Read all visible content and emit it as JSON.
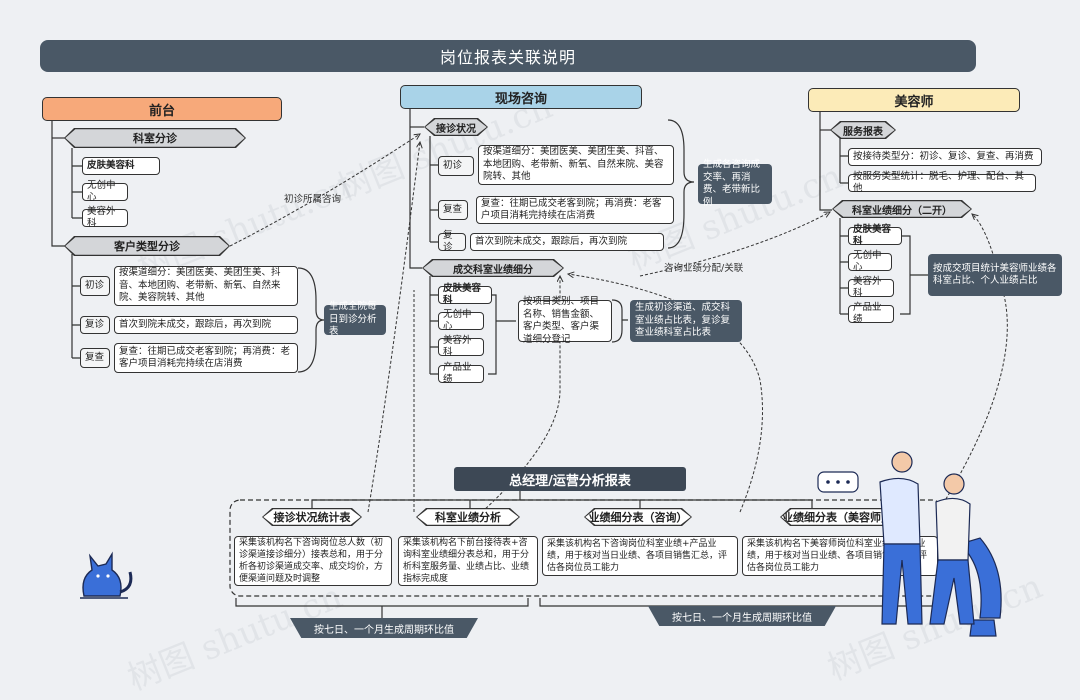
{
  "title": "岗位报表关联说明",
  "front": {
    "header": "前台",
    "dept": {
      "label": "科室分诊",
      "items": [
        "皮肤美容科",
        "无创中心",
        "美容外科"
      ]
    },
    "customer": {
      "label": "客户类型分诊",
      "rows": [
        {
          "tag": "初诊",
          "text": "按渠道细分：美团医美、美团生美、抖音、本地团购、老带新、新氧、自然来院、美容院转、其他"
        },
        {
          "tag": "复诊",
          "text": "首次到院未成交，跟踪后，再次到院"
        },
        {
          "tag": "复查",
          "text": "复查：往期已成交老客到院；再消费：老客户项目消耗完持续在店消费"
        }
      ],
      "note": "生成全院每日到诊分析表"
    },
    "link_label": "初诊所属咨询"
  },
  "consult": {
    "header": "现场咨询",
    "status": {
      "label": "接诊状况",
      "rows": [
        {
          "tag": "初诊",
          "text": "按渠道细分：美团医美、美团生美、抖音、本地团购、老带新、新氧、自然来院、美容院转、其他"
        },
        {
          "tag": "复查",
          "text": "复查：往期已成交老客到院；再消费：老客户项目消耗完持续在店消费"
        },
        {
          "tag": "复诊",
          "text": "首次到院未成交，跟踪后，再次到院"
        }
      ],
      "note": "生成各咨询成交率、再消费、老带新比例"
    },
    "perf": {
      "label": "成交科室业绩细分",
      "items": [
        "皮肤美容科",
        "无创中心",
        "美容外科",
        "产品业绩"
      ],
      "desc": "按项目类别、项目名称、销售金额、客户类型、客户渠道细分登记",
      "note": "生成初诊渠道、成交科室业绩占比表，复诊复查业绩科室占比表"
    },
    "link_label": "咨询业绩分配/关联"
  },
  "beauty": {
    "header": "美容师",
    "service": {
      "label": "服务报表",
      "rows": [
        "按接待类型分：初诊、复诊、复查、再消费",
        "按服务类型统计：脱毛、护理、配台、其他"
      ]
    },
    "perf": {
      "label": "科室业绩细分（二开）",
      "items": [
        "皮肤美容科",
        "无创中心",
        "美容外科",
        "产品业绩"
      ],
      "note": "按成交项目统计美容师业绩各科室占比、个人业绩占比"
    }
  },
  "manager": {
    "header": "总经理/运营分析报表",
    "reports": [
      {
        "label": "接诊状况统计表",
        "text": "采集该机构名下咨询岗位总人数（初诊渠道接诊细分）接表总和，用于分析各初诊渠道成交率、成交均价，方便渠道问题及时调整"
      },
      {
        "label": "科室业绩分析",
        "text": "采集该机构名下前台接待表+咨询科室业绩细分表总和，用于分析科室服务量、业绩占比、业绩指标完成度"
      },
      {
        "label": "业绩细分表（咨询）",
        "text": "采集该机构名下咨询岗位科室业绩+产品业绩，用于核对当日业绩、各项目销售汇总，评估各岗位员工能力"
      },
      {
        "label": "业绩细分表（美容师）",
        "text": "采集该机构名下美容师岗位科室业绩+产品业绩，用于核对当日业绩、各项目销售汇总，评估各岗位员工能力"
      }
    ],
    "cycle_left": "按七日、一个月生成周期环比值",
    "cycle_right": "按七日、一个月生成周期环比值"
  },
  "colors": {
    "front_header": "#f7a97a",
    "consult_header": "#a9d3e8",
    "beauty_header": "#fcebb8",
    "dark": "#4a5866",
    "tag": "#d4d6d9"
  }
}
